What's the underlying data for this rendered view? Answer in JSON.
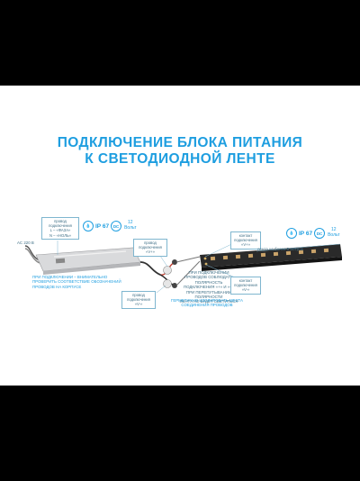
{
  "title": {
    "line1": "ПОДКЛЮЧЕНИЕ БЛОКА ПИТАНИЯ",
    "line2": "К СВЕТОДИОДНОЙ ЛЕНТЕ"
  },
  "left": {
    "ac_label": "AC 220 В",
    "wire_box": [
      "провод",
      "подключения",
      "L – «ФАЗА»",
      "N – «НОЛЬ»"
    ],
    "ip_rating": "IP 67",
    "dc_badge": "DC",
    "voltage": [
      "12",
      "Вольт"
    ],
    "note": [
      "ПРИ ПОДКЛЮЧЕНИИ – ВНИМАТЕЛЬНО",
      "ПРОВЕРИТЬ СООТВЕТСТВИЕ ОБОЗНАЧЕНИЙ",
      "ПРОВОДОВ НА КОРПУСЕ"
    ]
  },
  "center": {
    "plus_wire": [
      "провод",
      "подключения",
      "«V+»"
    ],
    "minus_wire": [
      "провод",
      "подключения",
      "«V-»"
    ],
    "polarity_note": [
      "ПРИ ПОДКЛЮЧЕНИИ",
      "ПРОВОДОВ СОБЛЮДАТЬ ПОЛЯРНОСТЬ",
      "ПОДКЛЮЧЕНИЯ «+» И «–»",
      "ПРИ ПЕРЕПУТЫВАНИИ ПОЛЯРНОСТИ",
      "ЛЕНТА НЕ БУДЕТ СВЕТИТЬСЯ"
    ],
    "seal_note": [
      "ГЕРМЕТИЧНО ИЗОЛИРОВАТЬ МЕСТА",
      "СОЕДИНЕНИЯ ПРОВОДОВ"
    ]
  },
  "right": {
    "plus_contact": [
      "контакт",
      "подключения",
      "«V+»"
    ],
    "minus_contact": [
      "контакт",
      "подключения",
      "«V-»"
    ],
    "strip_length": "лента не более 5 метров",
    "ip_rating": "IP 67",
    "dc_badge": "DC",
    "voltage": [
      "12",
      "Вольт"
    ]
  },
  "colors": {
    "accent": "#1e9ee0",
    "label_text": "#3f6f86",
    "strip_body": "#2a2a2a",
    "led": "#c9a36a"
  }
}
